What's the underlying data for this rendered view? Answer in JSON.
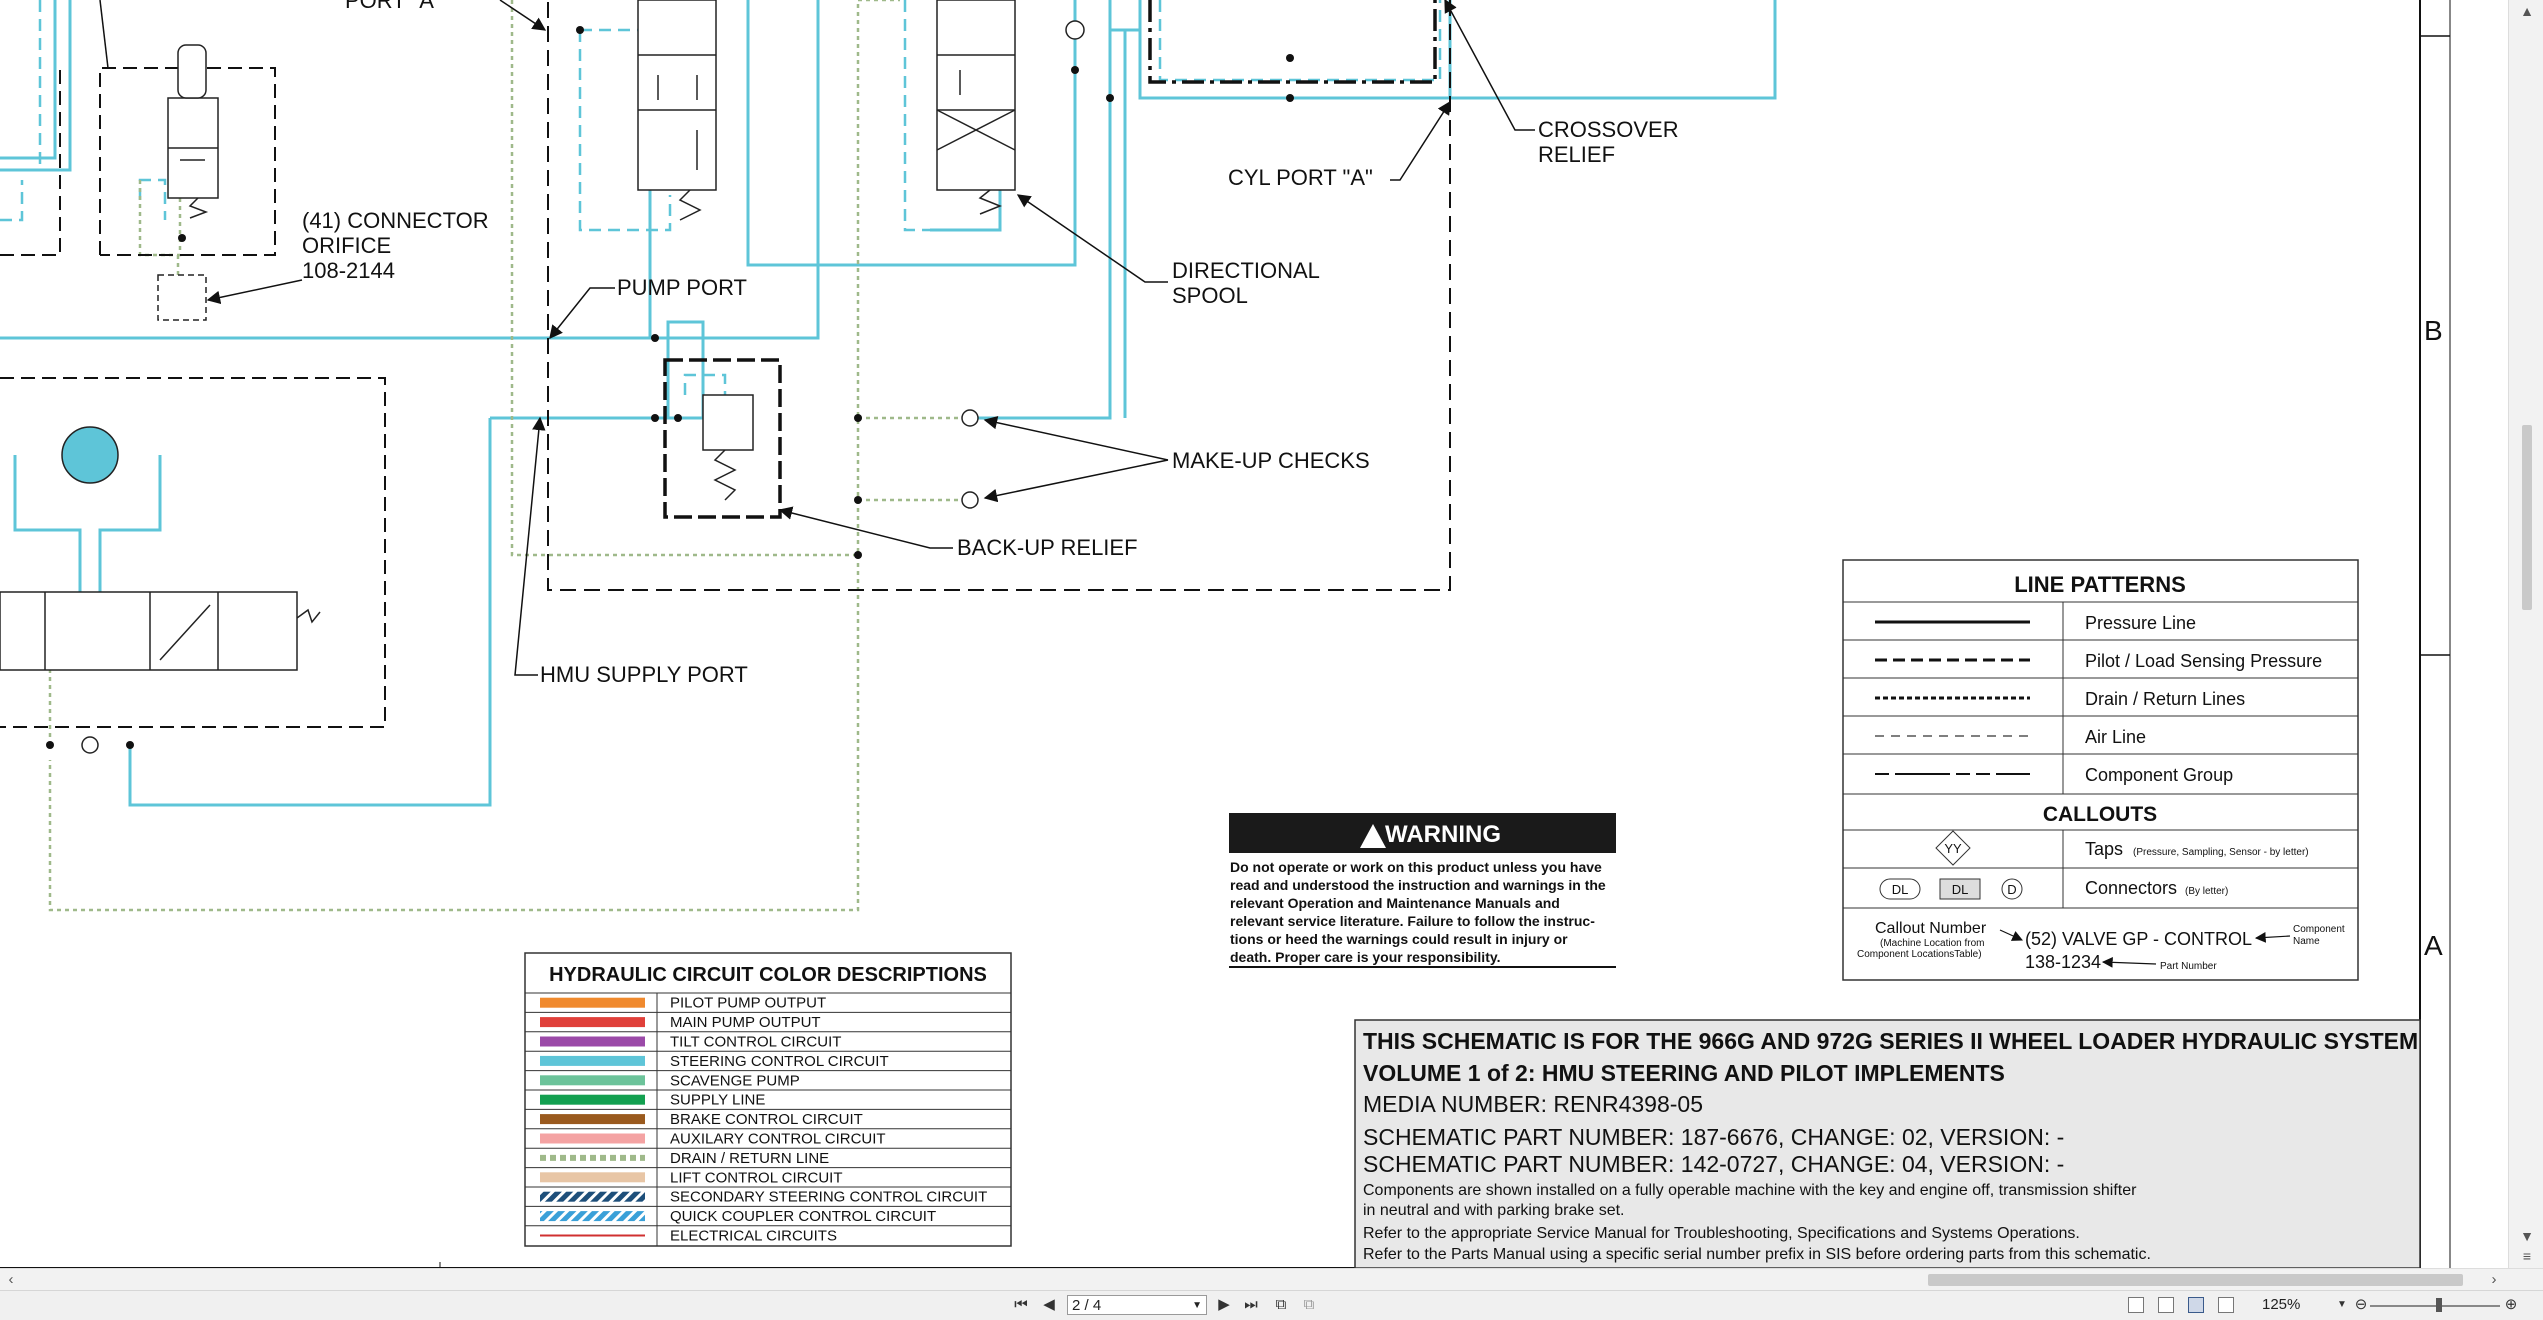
{
  "labels": {
    "port_a": "PORT \"A\"",
    "connector_orifice_1": "(41) CONNECTOR",
    "connector_orifice_2": "ORIFICE",
    "connector_orifice_3": "108-2144",
    "pump_port": "PUMP PORT",
    "hmu_supply_port": "HMU SUPPLY PORT",
    "directional_spool_1": "DIRECTIONAL",
    "directional_spool_2": "SPOOL",
    "make_up_checks": "MAKE-UP CHECKS",
    "back_up_relief": "BACK-UP RELIEF",
    "cyl_port_a": "CYL PORT \"A\"",
    "crossover_relief_1": "CROSSOVER",
    "crossover_relief_2": "RELIEF"
  },
  "border_letters": {
    "b": "B",
    "a": "A"
  },
  "line_patterns": {
    "title": "LINE PATTERNS",
    "rows": [
      {
        "label": "Pressure Line"
      },
      {
        "label": "Pilot / Load Sensing Pressure"
      },
      {
        "label": "Drain / Return Lines"
      },
      {
        "label": "Air Line"
      },
      {
        "label": "Component Group"
      }
    ],
    "callouts_title": "CALLOUTS",
    "taps_symbol": "YY",
    "taps_label": "Taps",
    "taps_note": "(Pressure, Sampling, Sensor - by letter)",
    "connectors_label": "Connectors",
    "connectors_note": "(By letter)",
    "connector_symbols": [
      "DL",
      "DL",
      "D"
    ],
    "example": {
      "callout_number": "Callout Number",
      "callout_note_1": "(Machine Location from",
      "callout_note_2": "Component LocationsTable)",
      "component": "(52) VALVE GP - CONTROL",
      "part_number": "138-1234",
      "component_name_1": "Component",
      "component_name_2": "Name",
      "part_number_label": "Part Number"
    }
  },
  "warning": {
    "title": "WARNING",
    "lines": [
      "Do not operate or work on this product unless you have",
      "read and understood the instruction and warnings in the",
      "relevant Operation and Maintenance Manuals and",
      "relevant service literature. Failure to follow the instruc-",
      "tions or heed the warnings could result in injury or",
      "death. Proper care is your responsibility."
    ]
  },
  "color_descriptions": {
    "title": "HYDRAULIC CIRCUIT COLOR DESCRIPTIONS",
    "rows": [
      {
        "label": "PILOT PUMP OUTPUT",
        "color": "#f08a2e",
        "style": "solid"
      },
      {
        "label": "MAIN PUMP OUTPUT",
        "color": "#e0403a",
        "style": "solid"
      },
      {
        "label": "TILT CONTROL CIRCUIT",
        "color": "#9b4aa8",
        "style": "solid"
      },
      {
        "label": "STEERING CONTROL CIRCUIT",
        "color": "#5ec5d8",
        "style": "solid"
      },
      {
        "label": "SCAVENGE PUMP",
        "color": "#6cc39a",
        "style": "solid"
      },
      {
        "label": "SUPPLY LINE",
        "color": "#13a050",
        "style": "solid"
      },
      {
        "label": "BRAKE CONTROL CIRCUIT",
        "color": "#9a5a1e",
        "style": "solid"
      },
      {
        "label": "AUXILARY CONTROL CIRCUIT",
        "color": "#f4a3a3",
        "style": "solid"
      },
      {
        "label": "DRAIN / RETURN LINE",
        "color": "#9fb98a",
        "style": "dotted"
      },
      {
        "label": "LIFT CONTROL CIRCUIT",
        "color": "#e8c6a6",
        "style": "solid"
      },
      {
        "label": "SECONDARY STEERING CONTROL CIRCUIT",
        "color": "#1e4f7a",
        "style": "hatched"
      },
      {
        "label": "QUICK COUPLER CONTROL CIRCUIT",
        "color": "#3aa0d8",
        "style": "hatched"
      },
      {
        "label": "ELECTRICAL CIRCUITS",
        "color": "#d03030",
        "style": "thin"
      }
    ]
  },
  "title_block": {
    "line1": "THIS SCHEMATIC IS FOR THE 966G AND 972G SERIES II WHEEL LOADER HYDRAULIC SYSTEM",
    "line2": "VOLUME 1 of 2: HMU STEERING AND PILOT IMPLEMENTS",
    "line3": "MEDIA NUMBER: RENR4398-05",
    "line4": "SCHEMATIC PART NUMBER: 187-6676, CHANGE: 02, VERSION: -",
    "line5": "SCHEMATIC PART NUMBER: 142-0727, CHANGE: 04, VERSION: -",
    "note1": "Components are shown installed on a fully operable machine with the key and engine off, transmission shifter",
    "note2": "in neutral and with parking brake set.",
    "note3": "Refer to the appropriate Service Manual for Troubleshooting, Specifications and Systems Operations.",
    "note4": "Refer to the Parts Manual using a specific serial number prefix in SIS before ordering parts from this schematic."
  },
  "viewer": {
    "page_indicator": "2 / 4",
    "zoom_level": "125%"
  },
  "colors": {
    "steering": "#5ec5d8",
    "drain": "#9fb98a",
    "title_block_bg": "#e8e8e8"
  }
}
